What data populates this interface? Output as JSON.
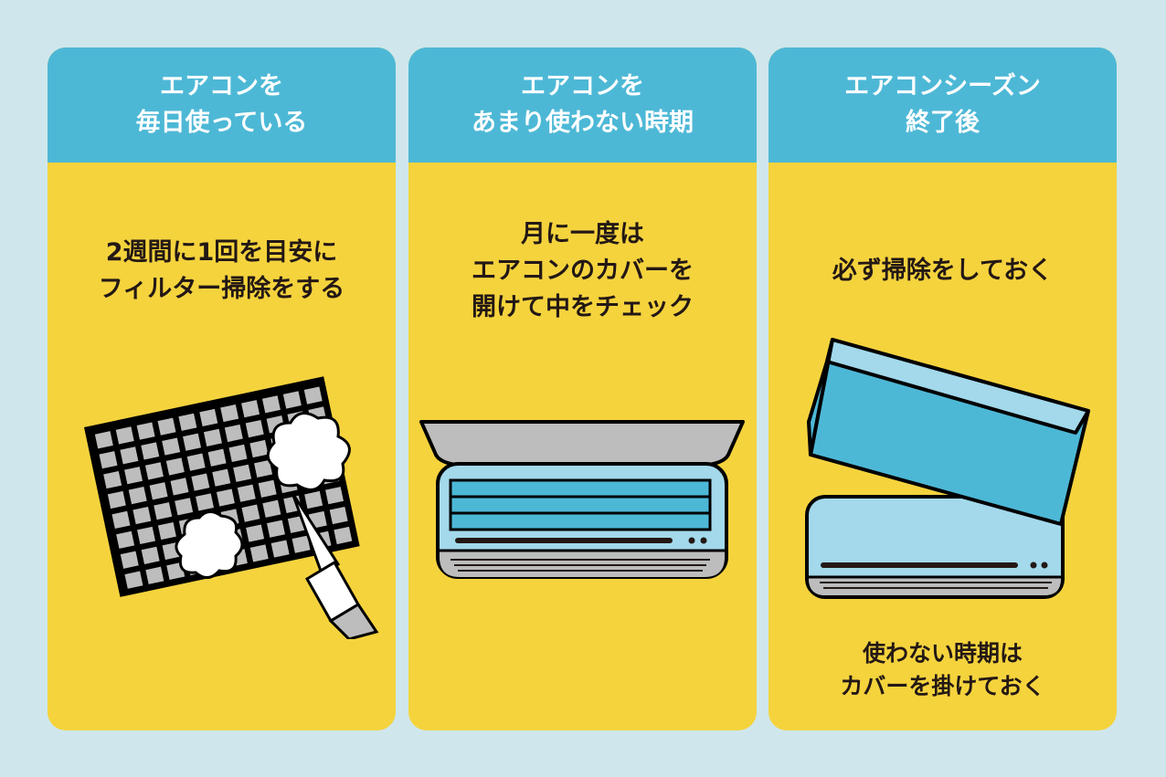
{
  "colors": {
    "background": "#cfe7ec",
    "header": "#4db8d6",
    "panel": "#f5d33d",
    "text": "#231815"
  },
  "panels": [
    {
      "title": [
        "エアコンを",
        "毎日使っている"
      ],
      "text": [
        "2週間に1回を目安に",
        "フィルター掃除をする"
      ],
      "illustration": "filter-cleaning"
    },
    {
      "title": [
        "エアコンを",
        "あまり使わない時期"
      ],
      "text": [
        "月に一度は",
        "エアコンのカバーを",
        "開けて中をチェック"
      ],
      "illustration": "open-aircon"
    },
    {
      "title": [
        "エアコンシーズン",
        "終了後"
      ],
      "text": [
        "必ず掃除をしておく"
      ],
      "note": [
        "使わない時期は",
        "カバーを掛けておく"
      ],
      "illustration": "covered-aircon"
    }
  ]
}
